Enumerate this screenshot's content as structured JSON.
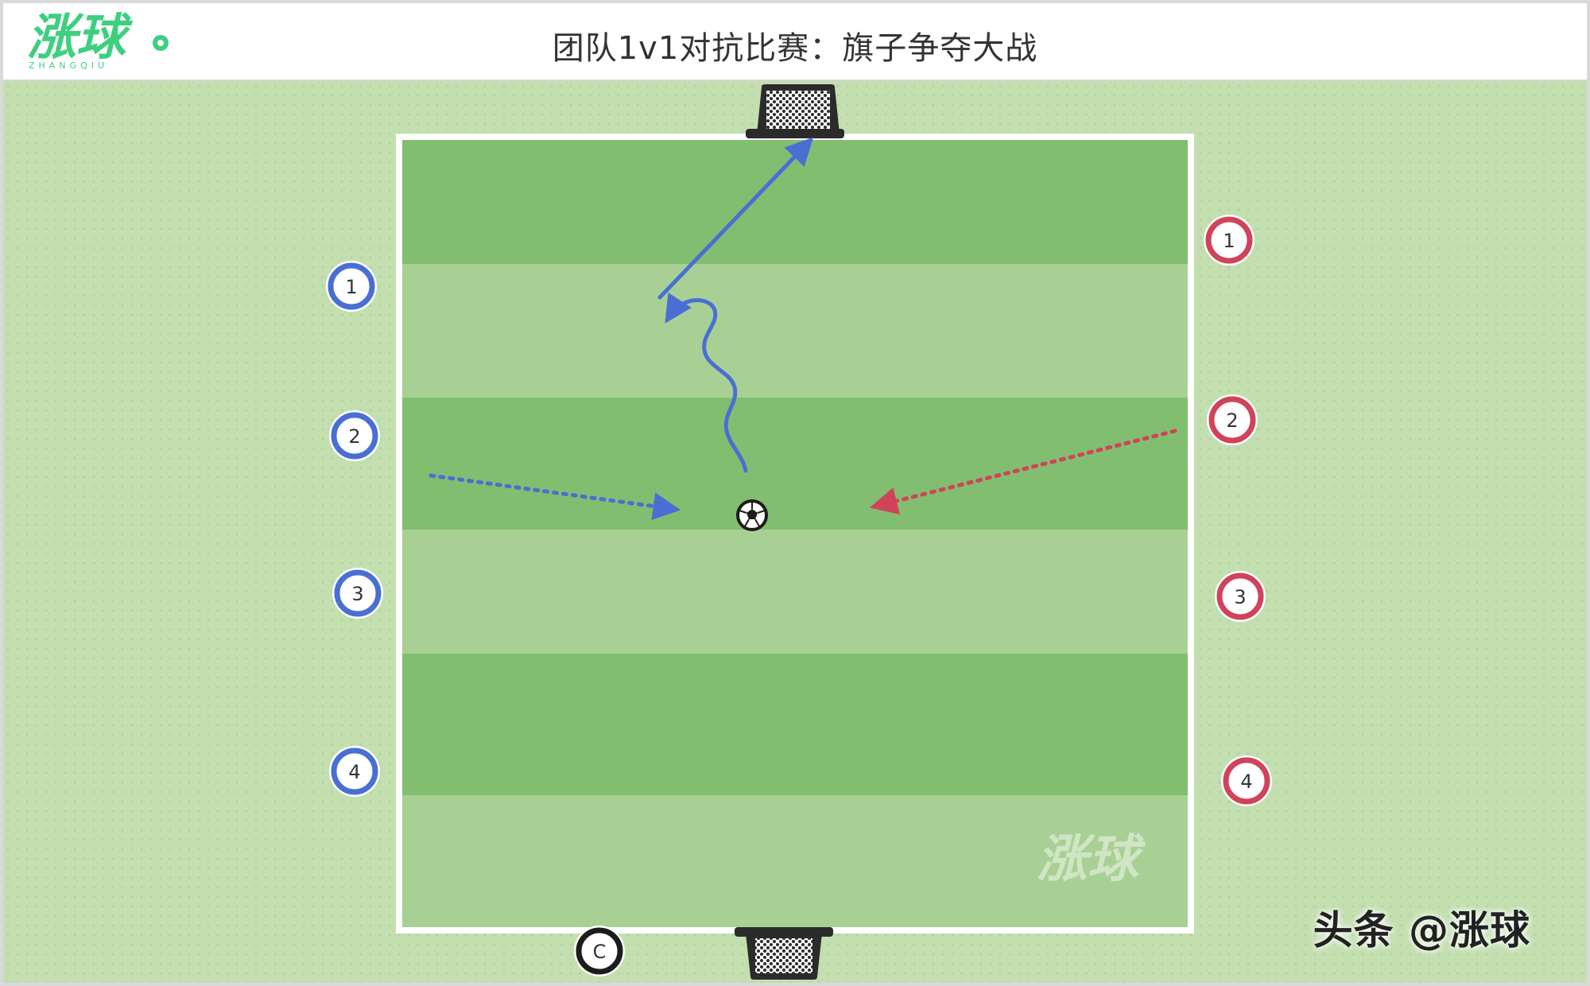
{
  "header": {
    "logo_text": "涨球",
    "logo_subtext": "ZHANGQIU",
    "title": "团队1v1对抗比赛：旗子争夺大战"
  },
  "diagram": {
    "blue_team": {
      "color": "#4a6fd4",
      "players": [
        "1",
        "2",
        "3",
        "4"
      ]
    },
    "red_team": {
      "color": "#d0435a",
      "players": [
        "1",
        "2",
        "3",
        "4"
      ]
    },
    "coach": {
      "label": "C",
      "color": "#1c1c1c"
    },
    "colors": {
      "outer_grass": "#c3dfb0",
      "stripe_dark": "#82be6f",
      "stripe_light": "#a8d094",
      "field_line": "#ffffff",
      "goal": "#2b2b2b"
    },
    "watermark_text": "涨球"
  },
  "footer": {
    "credit": "头条 @涨球"
  }
}
